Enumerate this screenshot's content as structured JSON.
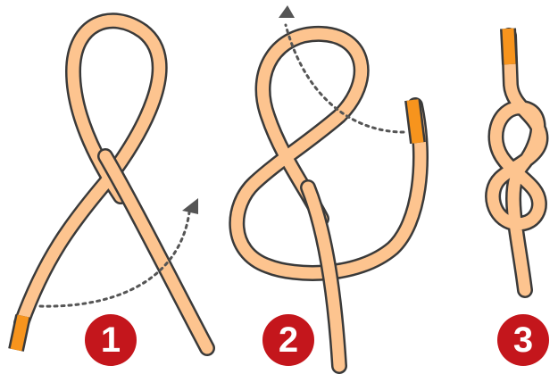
{
  "colors": {
    "rope_fill": "#FDC48F",
    "rope_outline": "#3a3a3a",
    "rope_tip": "#F7941D",
    "guide_arrow": "#555555",
    "badge_fill": "#C4161C",
    "badge_text": "#FFFFFF"
  },
  "steps": [
    {
      "number": "1"
    },
    {
      "number": "2"
    },
    {
      "number": "3"
    }
  ]
}
